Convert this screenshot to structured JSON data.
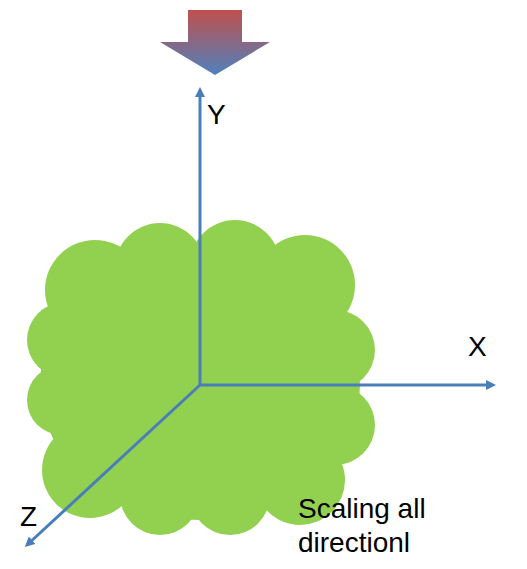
{
  "diagram": {
    "labels": [
      "Y",
      "X",
      "Z",
      "Scaling all directionl"
    ]
  }
}
